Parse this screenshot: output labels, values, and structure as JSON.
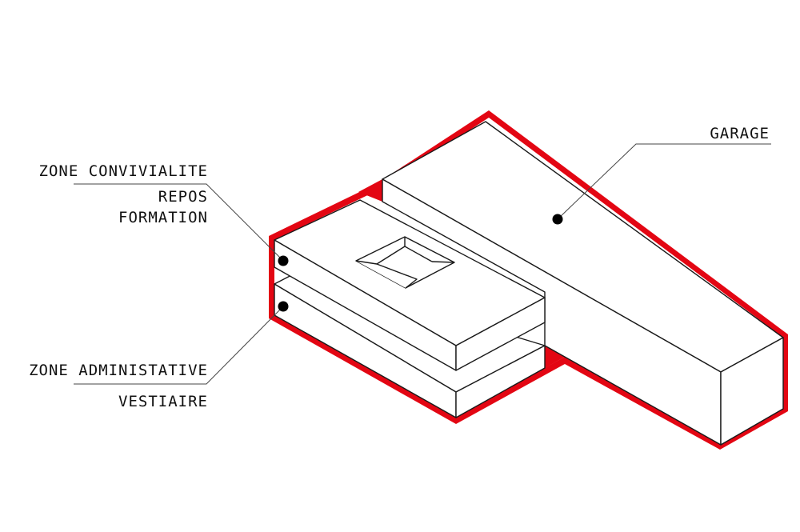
{
  "colors": {
    "outline": "#e30613",
    "stroke": "#1a1a1a",
    "text": "#111111",
    "background": "#ffffff"
  },
  "labels": {
    "garage": "GARAGE",
    "zone_convivialite": "ZONE CONVIVIALITE",
    "repos": "REPOS",
    "formation": "FORMATION",
    "zone_administrative": "ZONE ADMINISTATIVE",
    "vestiaire": "VESTIAIRE"
  }
}
